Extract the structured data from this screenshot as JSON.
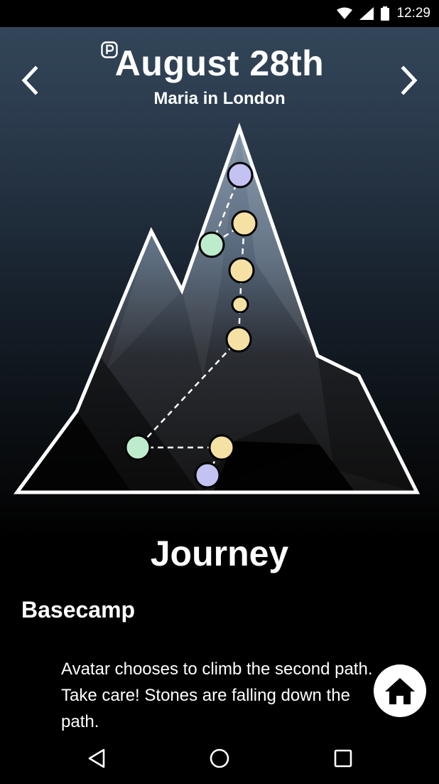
{
  "status_bar": {
    "time": "12:29",
    "icons": [
      "wifi-icon",
      "cell-signal-icon",
      "battery-icon"
    ]
  },
  "header": {
    "date": "August 28th",
    "subtitle": "Maria in London",
    "badge_icon": "parking-icon",
    "prev_icon": "chevron-left-icon",
    "next_icon": "chevron-right-icon"
  },
  "journey_map": {
    "stops": [
      {
        "color": "lavender",
        "size": "large"
      },
      {
        "color": "yellow",
        "size": "large"
      },
      {
        "color": "green",
        "size": "large"
      },
      {
        "color": "yellow",
        "size": "large"
      },
      {
        "color": "yellow",
        "size": "small"
      },
      {
        "color": "yellow",
        "size": "large"
      },
      {
        "color": "green",
        "size": "large"
      },
      {
        "color": "yellow",
        "size": "large"
      },
      {
        "color": "lavender",
        "size": "large"
      }
    ],
    "colors": {
      "yellow": "#f5e1a3",
      "green": "#bdeccc",
      "lavender": "#c4c2f2"
    }
  },
  "content": {
    "section_title": "Journey",
    "stage_title": "Basecamp",
    "description_lines": [
      "Avatar chooses to climb the second path.",
      "Take care! Stones are falling down the",
      "path."
    ]
  },
  "fab": {
    "icon": "home-icon"
  },
  "nav_bar": {
    "icons": [
      "back-icon",
      "home-circle-icon",
      "recents-icon"
    ]
  }
}
